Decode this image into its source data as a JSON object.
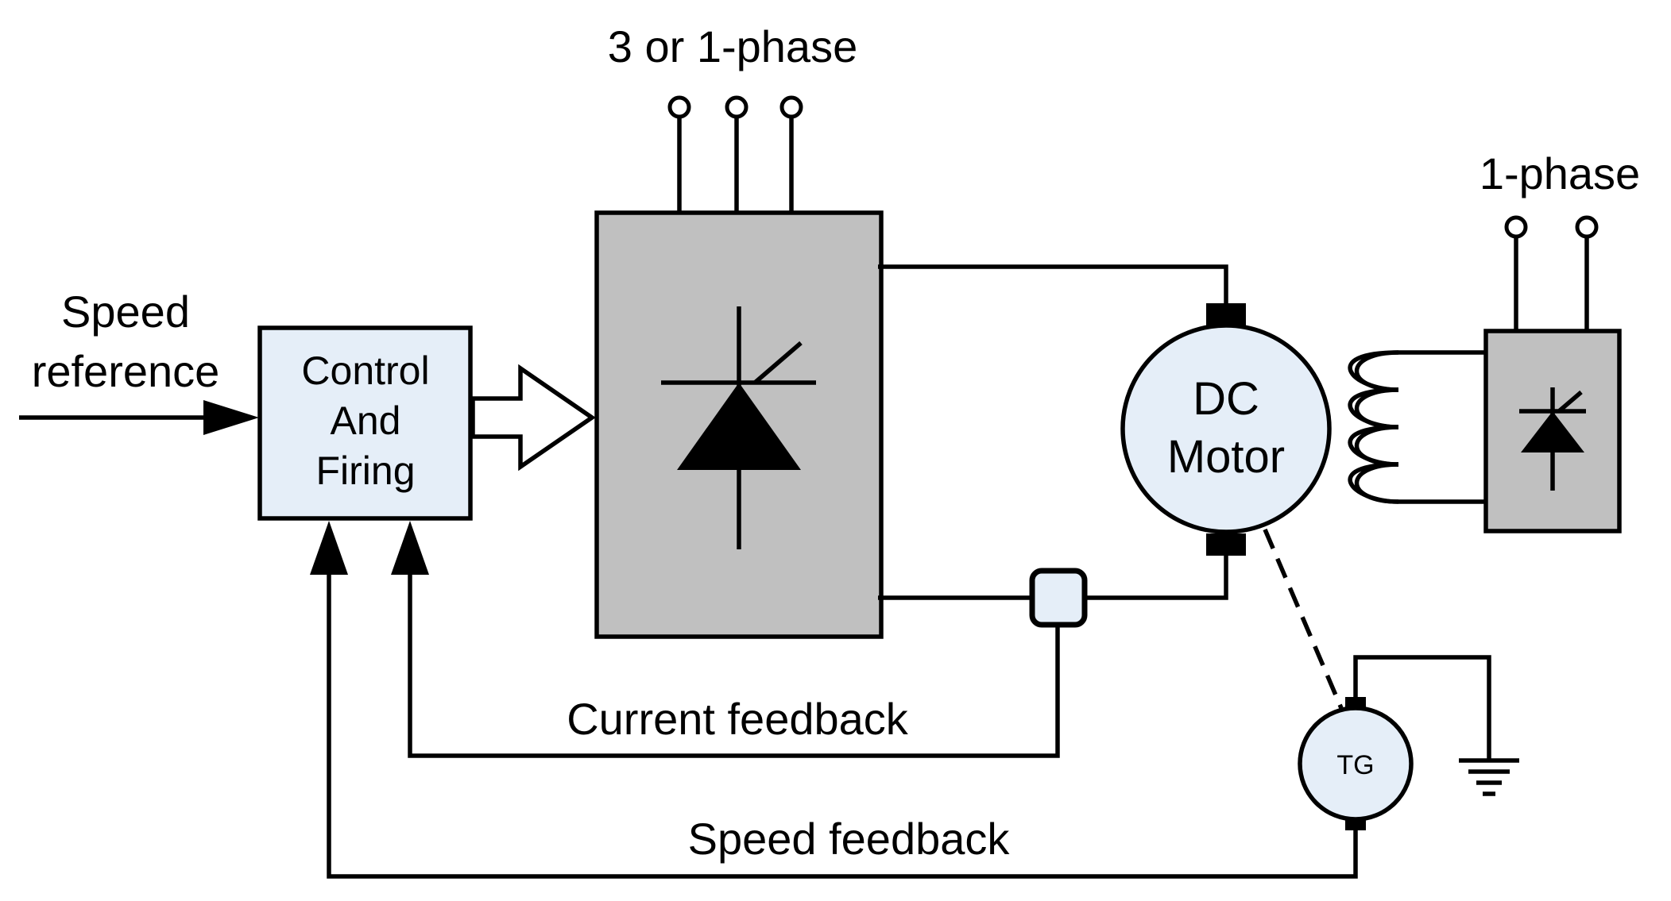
{
  "labels": {
    "speed_reference_line1": "Speed",
    "speed_reference_line2": "reference",
    "supply_main": "3 or 1-phase",
    "supply_field": "1-phase",
    "control_line1": "Control",
    "control_line2": "And",
    "control_line3": "Firing",
    "motor_line1": "DC",
    "motor_line2": "Motor",
    "tachogenerator": "TG",
    "current_feedback": "Current feedback",
    "speed_feedback": "Speed feedback"
  },
  "colors": {
    "control_fill": "#e5eef8",
    "converter_fill": "#c0c0c0",
    "motor_fill": "#e5eef8",
    "line": "#000000"
  }
}
